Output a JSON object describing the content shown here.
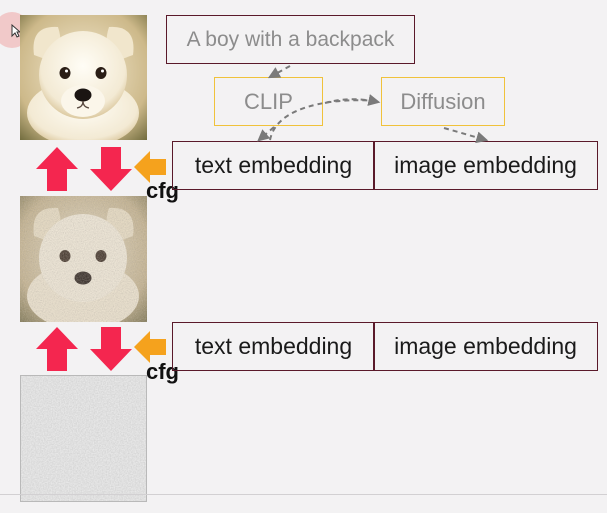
{
  "diagram": {
    "prompt": "A boy with a backpack",
    "clip_label": "CLIP",
    "diffusion_label": "Diffusion",
    "steps": [
      {
        "text_embedding": "text embedding",
        "image_embedding": "image embedding",
        "cfg": "cfg"
      },
      {
        "text_embedding": "text embedding",
        "image_embedding": "image embedding",
        "cfg": "cfg"
      }
    ]
  },
  "colors": {
    "up_arrow": "#f4264f",
    "down_arrow": "#f4264f",
    "cfg_arrow": "#f5a21d",
    "box_border": "#5a1a2a",
    "model_border": "#f0c23a",
    "connector": "#7a7a7a"
  }
}
